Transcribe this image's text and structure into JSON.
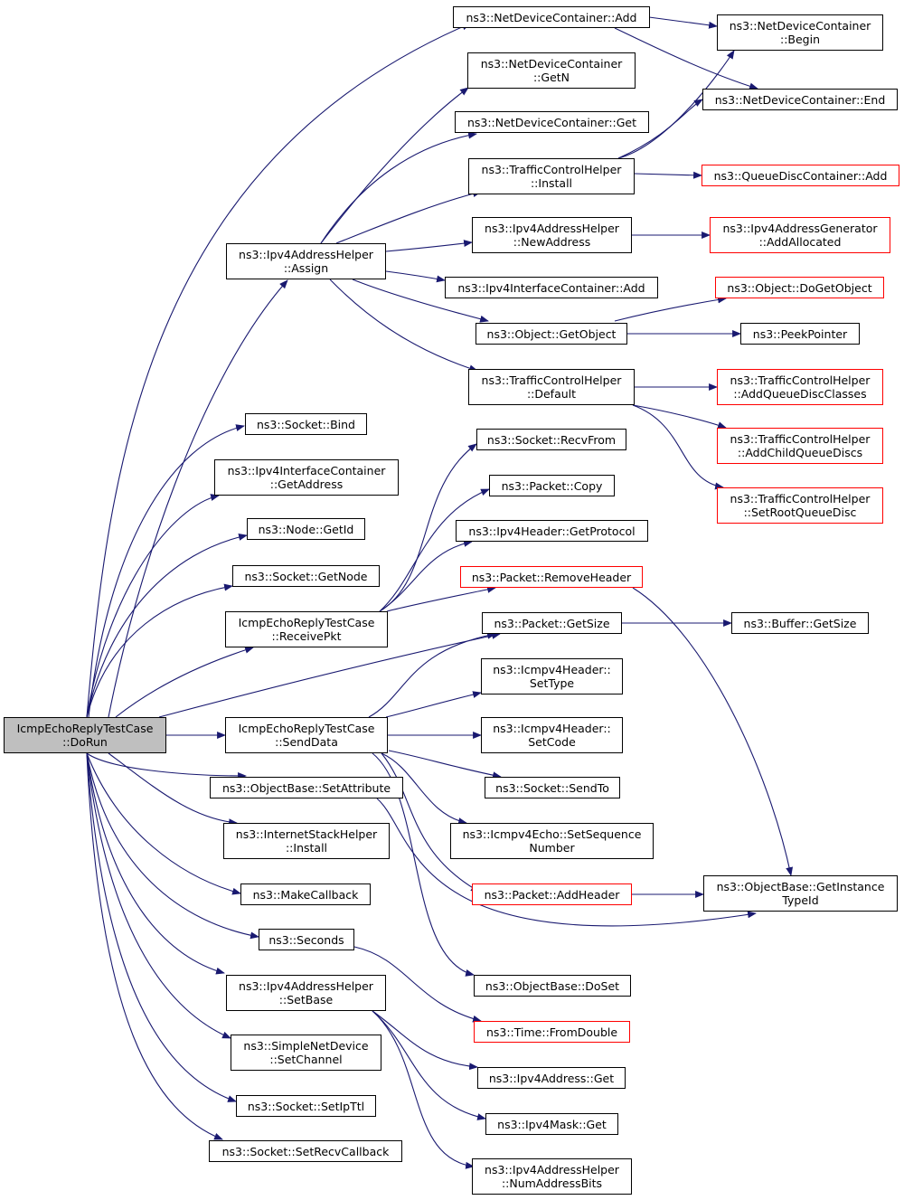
{
  "colors": {
    "edge": "#191970",
    "node_border": "#000000",
    "truncated_border": "#ff0000",
    "root_fill": "#bfbfbf"
  },
  "nodes": {
    "root": {
      "line1": "IcmpEchoReplyTestCase",
      "line2": "::DoRun"
    },
    "ndc_add": {
      "line1": "ns3::NetDeviceContainer::Add"
    },
    "ndc_getn": {
      "line1": "ns3::NetDeviceContainer",
      "line2": "::GetN"
    },
    "ndc_get": {
      "line1": "ns3::NetDeviceContainer::Get"
    },
    "ndc_begin": {
      "line1": "ns3::NetDeviceContainer",
      "line2": "::Begin"
    },
    "ndc_end": {
      "line1": "ns3::NetDeviceContainer::End"
    },
    "tch_install": {
      "line1": "ns3::TrafficControlHelper",
      "line2": "::Install"
    },
    "qdc_add": {
      "line1": "ns3::QueueDiscContainer::Add"
    },
    "ipv4ah_assign": {
      "line1": "ns3::Ipv4AddressHelper",
      "line2": "::Assign"
    },
    "ipv4ah_newaddress": {
      "line1": "ns3::Ipv4AddressHelper",
      "line2": "::NewAddress"
    },
    "ipv4ag_addallocated": {
      "line1": "ns3::Ipv4AddressGenerator",
      "line2": "::AddAllocated"
    },
    "ipv4ic_add": {
      "line1": "ns3::Ipv4InterfaceContainer::Add"
    },
    "object_dogetobject": {
      "line1": "ns3::Object::DoGetObject"
    },
    "object_getobject": {
      "line1": "ns3::Object::GetObject"
    },
    "peekpointer": {
      "line1": "ns3::PeekPointer"
    },
    "tch_default": {
      "line1": "ns3::TrafficControlHelper",
      "line2": "::Default"
    },
    "tch_addqdc": {
      "line1": "ns3::TrafficControlHelper",
      "line2": "::AddQueueDiscClasses"
    },
    "tch_addchild": {
      "line1": "ns3::TrafficControlHelper",
      "line2": "::AddChildQueueDiscs"
    },
    "tch_setroot": {
      "line1": "ns3::TrafficControlHelper",
      "line2": "::SetRootQueueDisc"
    },
    "socket_bind": {
      "line1": "ns3::Socket::Bind"
    },
    "ipv4ic_getaddress": {
      "line1": "ns3::Ipv4InterfaceContainer",
      "line2": "::GetAddress"
    },
    "node_getid": {
      "line1": "ns3::Node::GetId"
    },
    "socket_getnode": {
      "line1": "ns3::Socket::GetNode"
    },
    "socket_recvfrom": {
      "line1": "ns3::Socket::RecvFrom"
    },
    "packet_copy": {
      "line1": "ns3::Packet::Copy"
    },
    "ipv4h_getprotocol": {
      "line1": "ns3::Ipv4Header::GetProtocol"
    },
    "packet_removeheader": {
      "line1": "ns3::Packet::RemoveHeader"
    },
    "receivepkt": {
      "line1": "IcmpEchoReplyTestCase",
      "line2": "::ReceivePkt"
    },
    "packet_getsize": {
      "line1": "ns3::Packet::GetSize"
    },
    "buffer_getsize": {
      "line1": "ns3::Buffer::GetSize"
    },
    "icmpv4h_settype": {
      "line1": "ns3::Icmpv4Header::",
      "line2": "SetType"
    },
    "senddata": {
      "line1": "IcmpEchoReplyTestCase",
      "line2": "::SendData"
    },
    "icmpv4h_setcode": {
      "line1": "ns3::Icmpv4Header::",
      "line2": "SetCode"
    },
    "socket_sendto": {
      "line1": "ns3::Socket::SendTo"
    },
    "objectbase_setattribute": {
      "line1": "ns3::ObjectBase::SetAttribute"
    },
    "icmpv4echo_setseq": {
      "line1": "ns3::Icmpv4Echo::SetSequence",
      "line2": "Number"
    },
    "internetstackhelper_install": {
      "line1": "ns3::InternetStackHelper",
      "line2": "::Install"
    },
    "objectbase_getinstancetypeid": {
      "line1": "ns3::ObjectBase::GetInstance",
      "line2": "TypeId"
    },
    "packet_addheader": {
      "line1": "ns3::Packet::AddHeader"
    },
    "makecallback": {
      "line1": "ns3::MakeCallback"
    },
    "seconds": {
      "line1": "ns3::Seconds"
    },
    "objectbase_doset": {
      "line1": "ns3::ObjectBase::DoSet"
    },
    "ipv4ah_setbase": {
      "line1": "ns3::Ipv4AddressHelper",
      "line2": "::SetBase"
    },
    "time_fromdouble": {
      "line1": "ns3::Time::FromDouble"
    },
    "snd_setchannel": {
      "line1": "ns3::SimpleNetDevice",
      "line2": "::SetChannel"
    },
    "ipv4address_get": {
      "line1": "ns3::Ipv4Address::Get"
    },
    "socket_setipttl": {
      "line1": "ns3::Socket::SetIpTtl"
    },
    "ipv4mask_get": {
      "line1": "ns3::Ipv4Mask::Get"
    },
    "socket_setrecvcallback": {
      "line1": "ns3::Socket::SetRecvCallback"
    },
    "ipv4ah_numaddressbits": {
      "line1": "ns3::Ipv4AddressHelper",
      "line2": "::NumAddressBits"
    }
  }
}
